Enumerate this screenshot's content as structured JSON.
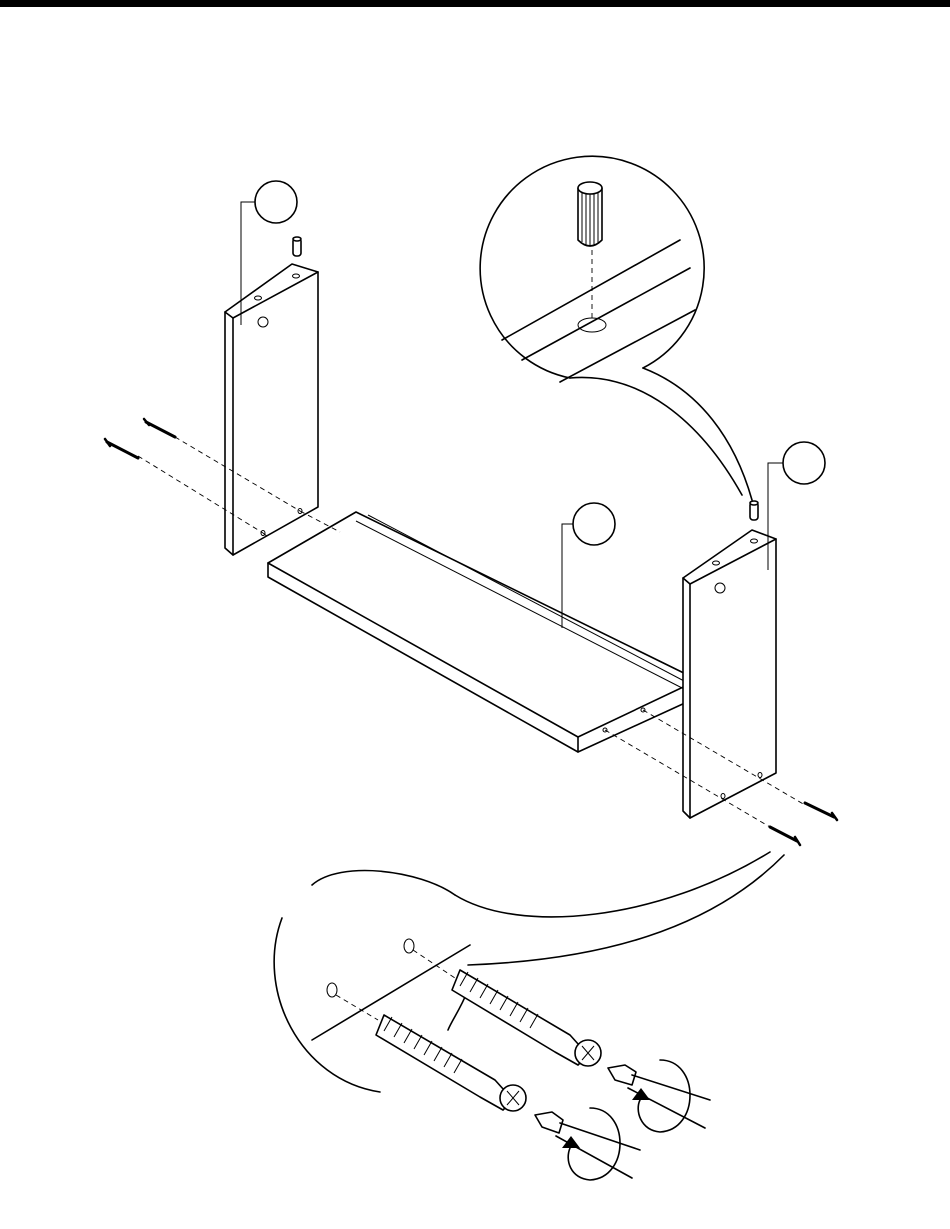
{
  "diagram": {
    "top_rule_color": "#000000",
    "line_color": "#000000",
    "background": "#ffffff",
    "parts": [
      {
        "id": "left-side-panel",
        "callout": ""
      },
      {
        "id": "right-side-panel",
        "callout": ""
      },
      {
        "id": "bottom-shelf",
        "callout": ""
      }
    ],
    "hardware": [
      "wood-dowel",
      "wood-dowel",
      "cam-screw",
      "cam-screw",
      "cam-screw",
      "cam-screw"
    ],
    "detail_views": [
      "dowel-insertion-detail",
      "screw-driving-detail"
    ]
  }
}
